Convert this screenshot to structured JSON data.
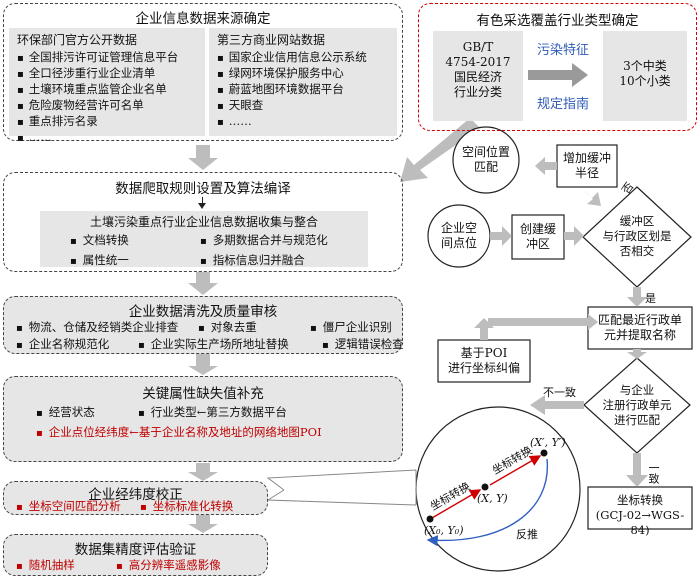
{
  "source_box": {
    "title": "企业信息数据来源确定",
    "left_panel": {
      "title": "环保部门官方公开数据",
      "items": [
        "全国排污许可证管理信息平台",
        "全口径涉重行业企业清单",
        "土壤环境重点监管企业名单",
        "危险废物经营许可名单",
        "重点排污名录",
        "……"
      ]
    },
    "right_panel": {
      "title": "第三方商业网站数据",
      "items": [
        "国家企业信用信息公示系统",
        "绿网环境保护服务中心",
        "蔚蓝地图环境数据平台",
        "天眼查",
        "……"
      ]
    }
  },
  "industry_box": {
    "title": "有色采选覆盖行业类型确定",
    "standard": [
      "GB/T",
      "4754-2017",
      "国民经济",
      "行业分类"
    ],
    "middle": [
      "污染特征",
      "规定指南"
    ],
    "result": [
      "3个中类",
      "10个小类"
    ]
  },
  "crawl_box": {
    "title": "数据爬取规则设置及算法编译",
    "inner_title": "土壤污染重点行业企业信息数据收集与整合",
    "items": [
      "文档转换",
      "多期数据合并与规范化",
      "属性统一",
      "指标信息归并融合"
    ]
  },
  "clean_box": {
    "title": "企业数据清洗及质量审核",
    "row1": [
      "物流、仓储及经销类企业排查",
      "对象去重",
      "僵尸企业识别"
    ],
    "row2": [
      "企业名称规范化",
      "企业实际生产场所地址替换",
      "逻辑错误检查"
    ]
  },
  "attr_box": {
    "title": "关键属性缺失值补充",
    "row1": [
      "经营状态",
      "行业类型←第三方数据平台"
    ],
    "row2": "企业点位经纬度←基于企业名称及地址的网络地图POI"
  },
  "calib_box": {
    "title": "企业经纬度校正",
    "items": [
      "坐标空间匹配分析",
      "坐标标准化转换"
    ]
  },
  "eval_box": {
    "title": "数据集精度评估验证",
    "items": [
      "随机抽样",
      "高分辨率遥感影像"
    ]
  },
  "flow": {
    "spatial_match": [
      "空间位置",
      "匹配"
    ],
    "add_buffer": [
      "增加缓冲",
      "半径"
    ],
    "point": [
      "企业空",
      "间点位"
    ],
    "create_buffer": [
      "创建缓",
      "冲区"
    ],
    "intersect": [
      "缓冲区",
      "与行政区划是",
      "否相交"
    ],
    "no": "否",
    "yes": "是",
    "match_admin": [
      "匹配最近行政单",
      "元并提取名称"
    ],
    "poi_correct": [
      "基于POI",
      "进行坐标纠偏"
    ],
    "compare": [
      "与企业",
      "注册行政单元",
      "进行匹配"
    ],
    "mismatch": "不一致",
    "consistent": "一致",
    "transform": [
      "坐标转换",
      "(GCJ-02→WGS-84)"
    ]
  },
  "circle": {
    "transform1": "坐标转换",
    "transform2": "坐标转换",
    "p0": "(X₀, Y₀)",
    "p1": "(X, Y)",
    "p2": "(X′, Y′)",
    "inverse": "反推"
  }
}
